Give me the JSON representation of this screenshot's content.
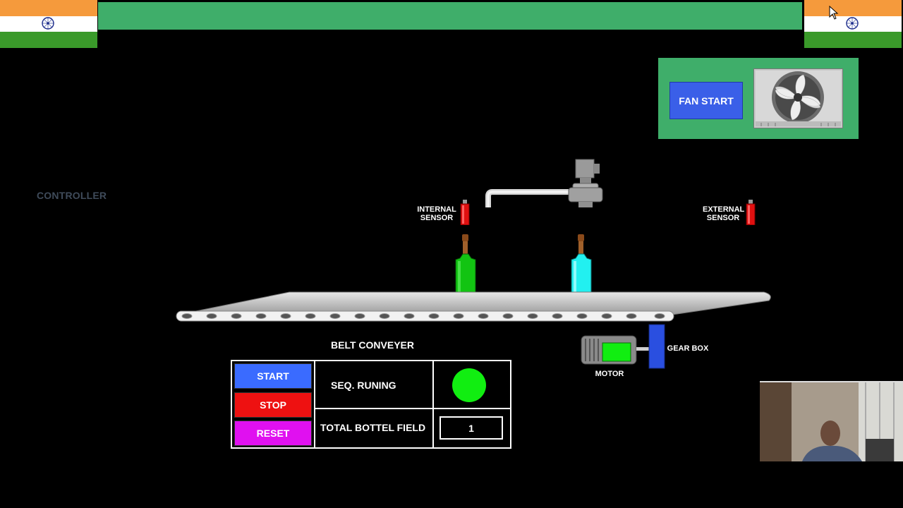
{
  "flags": {
    "saffron": "#f59a3c",
    "white": "#ffffff",
    "green": "#3a9a2a",
    "chakra": "#1a2a8a"
  },
  "sidebar": {
    "controller_label": "CONTROLLER"
  },
  "fan": {
    "button_label": "FAN START"
  },
  "sensors": {
    "internal": {
      "line1": "INTERNAL",
      "line2": "SENSOR"
    },
    "external": {
      "line1": "EXTERNAL",
      "line2": "SENSOR"
    }
  },
  "bottles": [
    {
      "name": "green-bottle",
      "color": "#12c412"
    },
    {
      "name": "cyan-bottle",
      "color": "#22f0f0"
    }
  ],
  "conveyor": {
    "label": "BELT CONVEYER"
  },
  "drive": {
    "motor_label": "MOTOR",
    "gearbox_label": "GEAR BOX"
  },
  "controls": {
    "start_label": "START",
    "stop_label": "STOP",
    "reset_label": "RESET",
    "start_color": "#3a6bff",
    "stop_color": "#ee1111",
    "reset_color": "#e010f0"
  },
  "status": {
    "seq_label": "SEQ. RUNING",
    "seq_indicator_color": "#11ee11",
    "total_label": "TOTAL BOTTEL FIELD",
    "total_value": "1"
  }
}
